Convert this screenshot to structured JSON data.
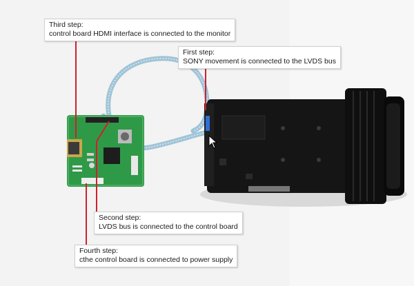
{
  "callouts": {
    "third": {
      "step": "Third step:",
      "desc": "control board HDMI interface is connected to the monitor"
    },
    "first": {
      "step": "First step:",
      "desc": "SONY movement is connected to the LVDS bus"
    },
    "second": {
      "step": "Second step:",
      "desc": "LVDS bus is connected to the control board"
    },
    "fourth": {
      "step": "Fourth step:",
      "desc": "cthe control board is connected to power supply"
    }
  },
  "colors": {
    "leader_line": "#d0202a",
    "board_green": "#2e9a47",
    "camera_body": "#151515",
    "cable": "#9fc3d6"
  },
  "icons": [
    "mouse-pointer-icon"
  ]
}
